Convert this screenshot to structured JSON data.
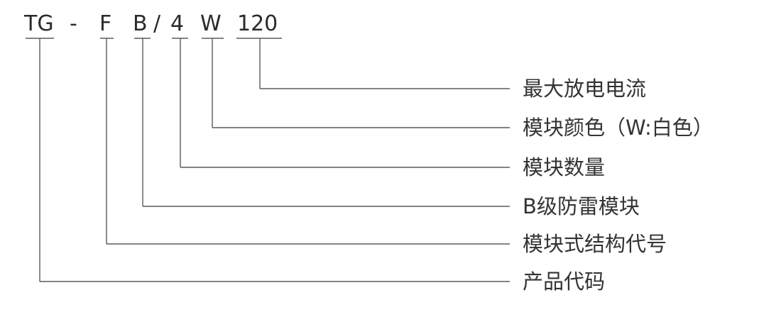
{
  "code": {
    "segments": [
      "TG",
      "-",
      "F",
      "B",
      "/",
      "4",
      "W",
      "120"
    ]
  },
  "labels": [
    "最大放电电流",
    "模块颜色（W:白色）",
    "模块数量",
    "B级防雷模块",
    "模块式结构代号",
    "产品代码"
  ],
  "colors": {
    "text": "#333333",
    "line": "#5a5a5a"
  }
}
